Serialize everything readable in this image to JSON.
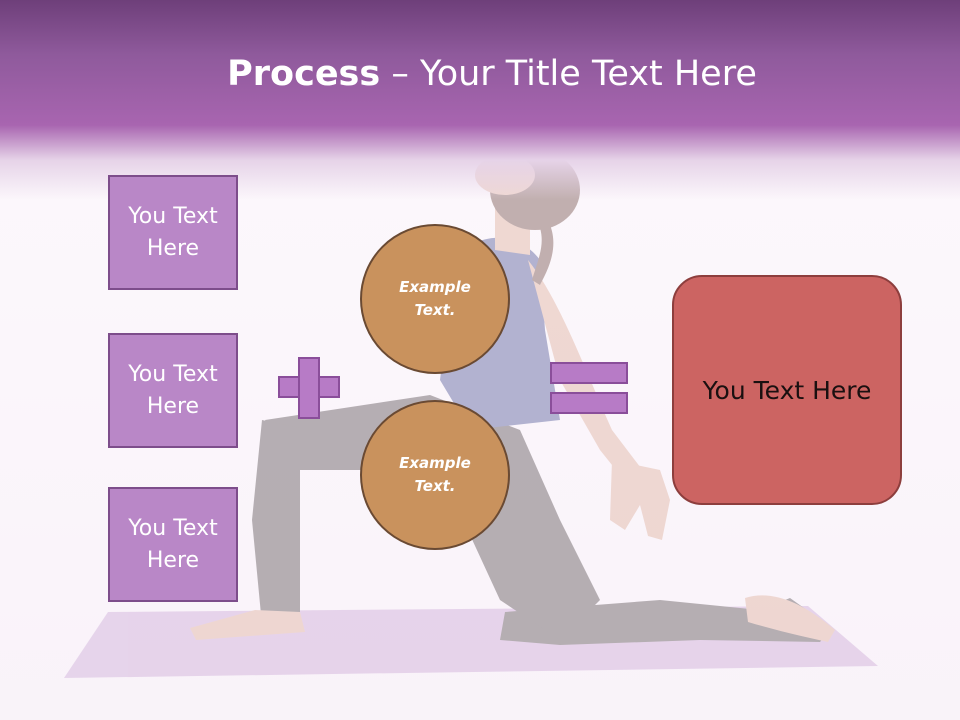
{
  "title": {
    "bold": "Process",
    "rest": " – Your Title Text Here"
  },
  "colors": {
    "title_band": "#a865b0",
    "text_box": "#b987c7",
    "circle": "#c9925d",
    "result_box": "#cc6462",
    "operator": "#b77bc6"
  },
  "left_boxes": [
    {
      "label": "You Text\nHere"
    },
    {
      "label": "You Text\nHere"
    },
    {
      "label": "You Text\nHere"
    }
  ],
  "circles": [
    {
      "label": "Example\nText."
    },
    {
      "label": "Example\nText."
    }
  ],
  "result": {
    "label": "You Text Here"
  },
  "operators": {
    "plus_icon": "plus-icon",
    "equals_icon": "equals-icon"
  }
}
